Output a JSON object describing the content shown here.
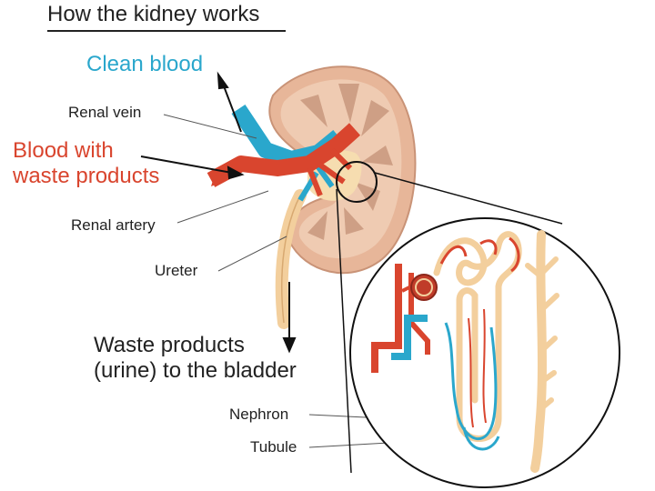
{
  "title": "How the kidney works",
  "labels": {
    "clean_blood": "Clean blood",
    "renal_vein": "Renal vein",
    "blood_with_waste": [
      "Blood with",
      "waste products"
    ],
    "renal_artery": "Renal artery",
    "ureter": "Ureter",
    "waste_to_bladder": [
      "Waste products",
      "(urine) to the bladder"
    ],
    "nephron": "Nephron",
    "tubule": "Tubule"
  },
  "colors": {
    "clean_blood": "#2aa7cc",
    "waste_blood": "#d9452e",
    "kidney_outer": "#f2c8a8",
    "kidney_tissue": "#d9a98c",
    "tubule": "#f9d9a7",
    "text": "#222222"
  }
}
